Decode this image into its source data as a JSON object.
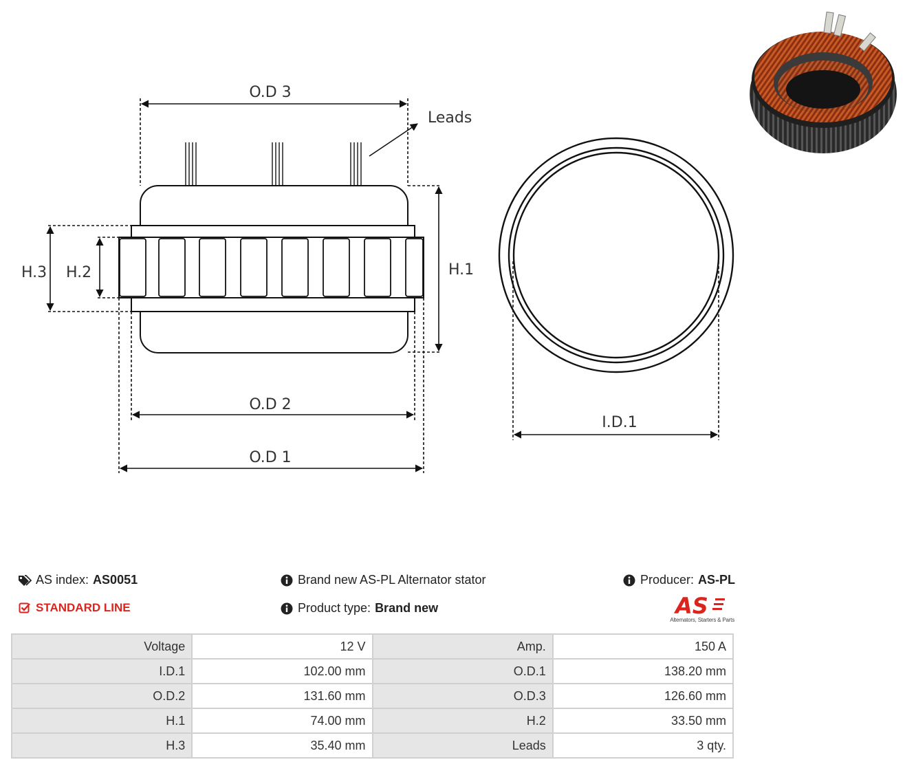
{
  "drawing": {
    "labels": {
      "od3": "O.D 3",
      "leads": "Leads",
      "h1": "H.1",
      "h2": "H.2",
      "h3": "H.3",
      "od2": "O.D 2",
      "od1": "O.D 1",
      "id1": "I.D.1"
    }
  },
  "info": {
    "as_index_label": "AS index:",
    "as_index_value": "AS0051",
    "standard_line": "STANDARD LINE",
    "description": "Brand new AS-PL Alternator stator",
    "product_type_label": "Product type:",
    "product_type_value": "Brand new",
    "producer_label": "Producer:",
    "producer_value": "AS-PL",
    "logo_text": "AS",
    "logo_tagline": "Alternators, Starters & Parts"
  },
  "specs": {
    "rows": [
      [
        "Voltage",
        "12 V",
        "Amp.",
        "150 A"
      ],
      [
        "I.D.1",
        "102.00 mm",
        "O.D.1",
        "138.20 mm"
      ],
      [
        "O.D.2",
        "131.60 mm",
        "O.D.3",
        "126.60 mm"
      ],
      [
        "H.1",
        "74.00 mm",
        "H.2",
        "33.50 mm"
      ],
      [
        "H.3",
        "35.40 mm",
        "Leads",
        "3 qty."
      ]
    ]
  },
  "colors": {
    "accent_red": "#d9251d",
    "table_border": "#d0d0d0",
    "label_cell": "#e6e6e6",
    "copper": "#b4441c"
  }
}
